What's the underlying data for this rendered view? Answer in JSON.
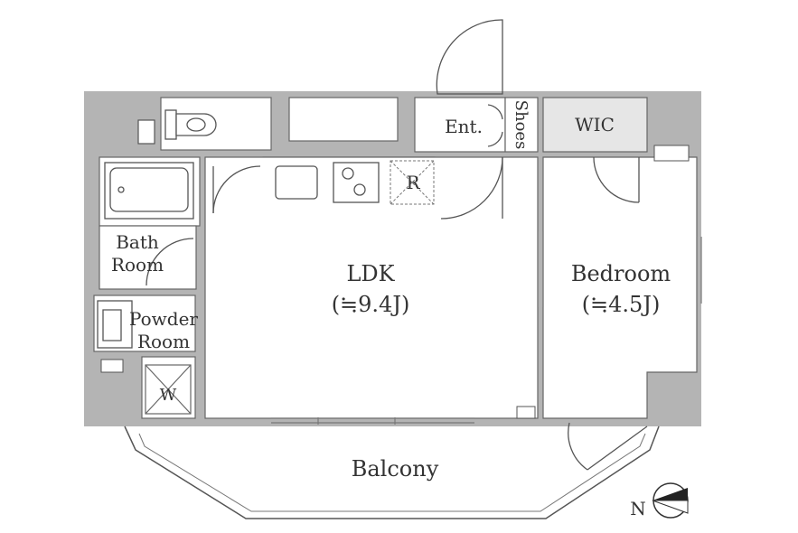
{
  "colors": {
    "wall": "#b4b4b4",
    "line": "#555555",
    "wic_fill": "#e6e6e6"
  },
  "rooms": {
    "ldk_name": "LDK",
    "ldk_size": "(≒9.4J)",
    "bedroom_name": "Bedroom",
    "bedroom_size": "(≒4.5J)",
    "bath_line1": "Bath",
    "bath_line2": "Room",
    "powder_line1": "Powder",
    "powder_line2": "Room",
    "entrance": "Ent.",
    "shoes": "Shoes",
    "wic": "WIC",
    "balcony": "Balcony",
    "fridge": "R",
    "washer": "W"
  },
  "compass": {
    "label": "N",
    "icon": "north-arrow-icon"
  }
}
